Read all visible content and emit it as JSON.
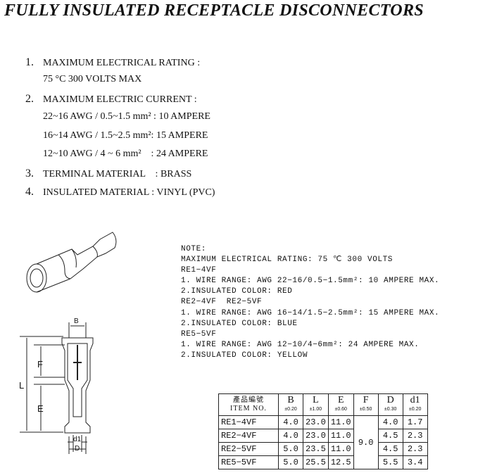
{
  "title": "FULLY INSULATED RECEPTACLE DISCONNECTORS",
  "specs": [
    {
      "num": "1.",
      "label": "MAXIMUM ELECTRICAL RATING :",
      "lines": [
        "75 °C 300 VOLTS MAX"
      ]
    },
    {
      "num": "2.",
      "label": "MAXIMUM ELECTRIC CURRENT :",
      "lines": [
        "22~16 AWG / 0.5~1.5 mm² : 10 AMPERE",
        "16~14 AWG / 1.5~2.5 mm²: 15 AMPERE",
        "12~10 AWG / 4 ~ 6 mm²    : 24 AMPERE"
      ]
    },
    {
      "num": "3.",
      "label": "TERMINAL MATERIAL    : BRASS"
    },
    {
      "num": "4.",
      "label": "INSULATED MATERIAL : VINYL (PVC)"
    }
  ],
  "note": [
    "NOTE:",
    "MAXIMUM ELECTRICAL RATING: 75 ℃ 300 VOLTS",
    "RE1−4VF",
    "1. WIRE RANGE: AWG 22−16/0.5−1.5mm²: 10 AMPERE MAX.",
    "2.INSULATED COLOR: RED",
    "RE2−4VF  RE2−5VF",
    "1. WIRE RANGE: AWG 16−14/1.5−2.5mm²: 15 AMPERE MAX.",
    "2.INSULATED COLOR: BLUE",
    "RE5−5VF",
    "1. WIRE RANGE: AWG 12−10/4−6mm²: 24 AMPERE MAX.",
    "2.INSULATED COLOR: YELLOW"
  ],
  "drawing_labels": {
    "B": "B",
    "L": "L",
    "F": "F",
    "E": "E",
    "d1": "d1",
    "D": "D"
  },
  "table": {
    "item_header": [
      "產品編號",
      "ITEM NO."
    ],
    "columns": [
      {
        "name": "B",
        "tol": "±0.20"
      },
      {
        "name": "L",
        "tol": "±1.00"
      },
      {
        "name": "E",
        "tol": "±0.60"
      },
      {
        "name": "F",
        "tol": "±0.50"
      },
      {
        "name": "D",
        "tol": "±0.30"
      },
      {
        "name": "d1",
        "tol": "±0.20"
      }
    ],
    "rows": [
      {
        "item": "RE1−4VF",
        "B": "4.0",
        "L": "23.0",
        "E": "11.0",
        "D": "4.0",
        "d1": "1.7"
      },
      {
        "item": "RE2−4VF",
        "B": "4.0",
        "L": "23.0",
        "E": "11.0",
        "D": "4.5",
        "d1": "2.3"
      },
      {
        "item": "RE2−5VF",
        "B": "5.0",
        "L": "23.5",
        "E": "11.0",
        "D": "4.5",
        "d1": "2.3"
      },
      {
        "item": "RE5−5VF",
        "B": "5.0",
        "L": "25.5",
        "E": "12.5",
        "D": "5.5",
        "d1": "3.4"
      }
    ],
    "F_shared": "9.0"
  }
}
